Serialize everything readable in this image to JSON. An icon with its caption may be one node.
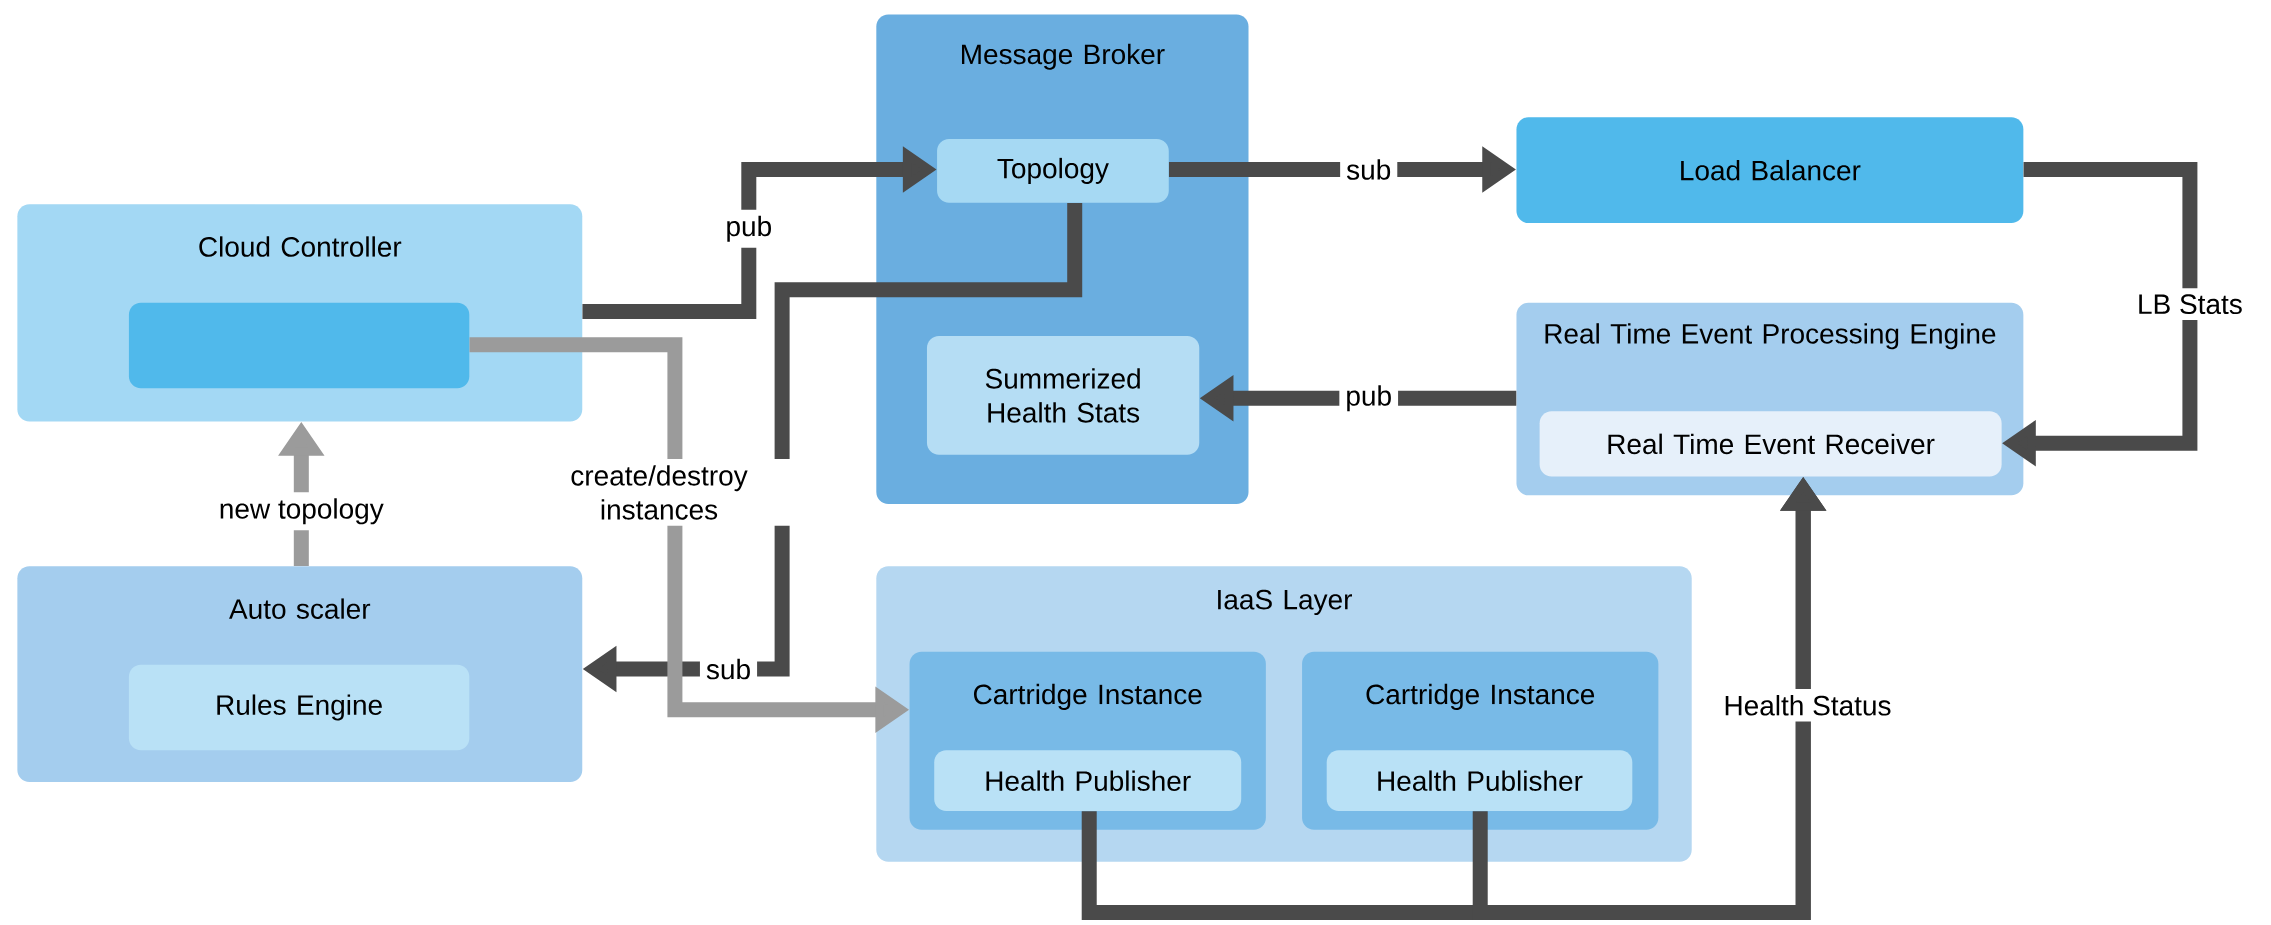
{
  "diagram": {
    "nodes": [
      {
        "text": [
          "Message Broker"
        ]
      },
      {
        "text": [
          "Topology"
        ],
        "in": 0
      },
      {
        "text": [
          "Summerized Health Stats"
        ],
        "in": 0
      },
      {
        "text": [
          "Load Balancer"
        ]
      },
      {
        "text": [
          "Cloud Controller"
        ]
      },
      {
        "text": [],
        "shape": "box",
        "in": 4
      },
      {
        "text": [
          "Real Time Event Processing Engine"
        ]
      },
      {
        "text": [
          "Real Time Event Receiver"
        ],
        "in": 6
      },
      {
        "text": [
          "Auto scaler"
        ]
      },
      {
        "text": [
          "Rules Engine"
        ],
        "in": 8
      },
      {
        "text": [
          "IaaS Layer"
        ]
      },
      {
        "text": [
          "Cartridge Instance"
        ],
        "in": 10
      },
      {
        "text": [
          "Health Publisher"
        ],
        "in": 11
      },
      {
        "text": [
          "Cartridge Instance"
        ],
        "in": 10
      },
      {
        "text": [
          "Health Publisher"
        ],
        "in": 13
      }
    ],
    "edges": [
      {
        "from": 4,
        "to": 1,
        "arrow": "to",
        "label": "pub"
      },
      {
        "from": 1,
        "to": 3,
        "arrow": "to",
        "label": "sub"
      },
      {
        "from": 1,
        "to": 8,
        "arrow": "to",
        "label": "sub"
      },
      {
        "from": 3,
        "to": 7,
        "arrow": "to",
        "label": "LB Stats"
      },
      {
        "from": 6,
        "to": 2,
        "arrow": "to",
        "label": "pub"
      },
      {
        "from": 5,
        "to": 11,
        "arrow": "to",
        "label": "create/destroy instances",
        "color": "#9b9b9b"
      },
      {
        "from": 8,
        "to": 4,
        "arrow": "to",
        "label": "new topology",
        "color": "#9b9b9b"
      },
      {
        "from": 12,
        "to": 7,
        "arrow": "to",
        "label": "Health Status"
      },
      {
        "from": 14,
        "to": 7,
        "arrow": "to"
      }
    ]
  }
}
